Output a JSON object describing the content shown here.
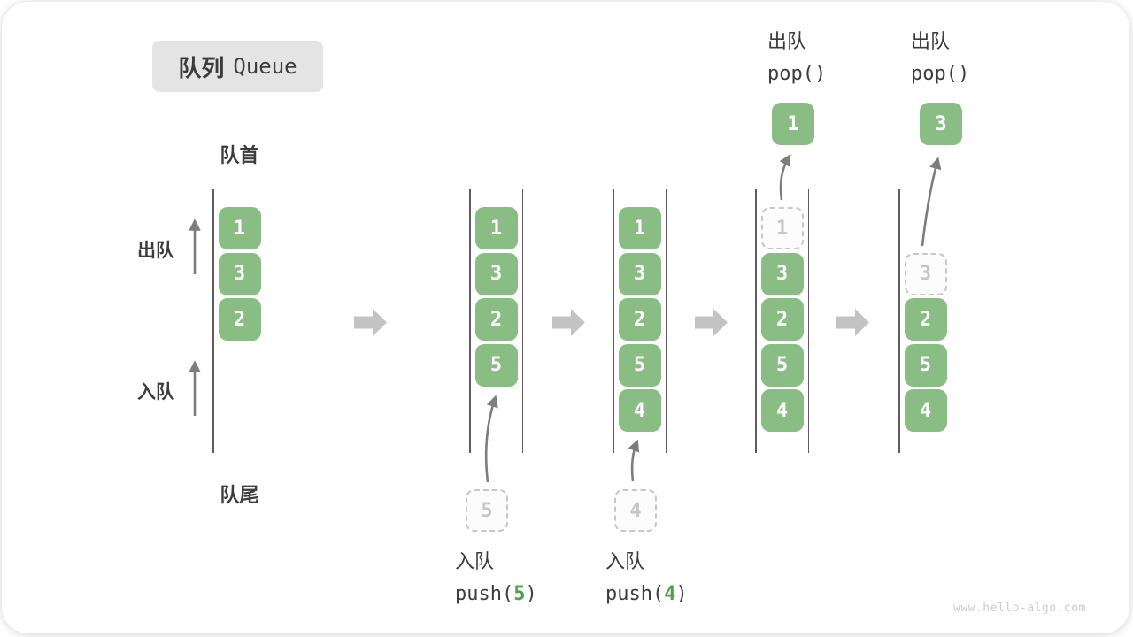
{
  "title": {
    "zh": "队列",
    "en": "Queue"
  },
  "ends": {
    "front": "队首",
    "rear": "队尾"
  },
  "side": {
    "dequeue": "出队",
    "enqueue": "入队"
  },
  "queues": [
    {
      "name": "state-1",
      "cells": [
        {
          "v": "1"
        },
        {
          "v": "3"
        },
        {
          "v": "2"
        }
      ]
    },
    {
      "name": "state-2-after-push-5",
      "cells": [
        {
          "v": "1"
        },
        {
          "v": "3"
        },
        {
          "v": "2"
        },
        {
          "v": "5"
        }
      ],
      "staged": {
        "v": "5"
      },
      "op": {
        "action": "入队",
        "code_pre": "push(",
        "code_arg": "5",
        "code_post": ")"
      }
    },
    {
      "name": "state-3-after-push-4",
      "cells": [
        {
          "v": "1"
        },
        {
          "v": "3"
        },
        {
          "v": "2"
        },
        {
          "v": "5"
        },
        {
          "v": "4"
        }
      ],
      "staged": {
        "v": "4"
      },
      "op": {
        "action": "入队",
        "code_pre": "push(",
        "code_arg": "4",
        "code_post": ")"
      }
    },
    {
      "name": "state-4-after-pop",
      "cells": [
        {
          "v": "1",
          "dashed": true
        },
        {
          "v": "3"
        },
        {
          "v": "2"
        },
        {
          "v": "5"
        },
        {
          "v": "4"
        }
      ],
      "popped": {
        "v": "1"
      },
      "op": {
        "action": "出队",
        "code": "pop()"
      }
    },
    {
      "name": "state-5-after-pop",
      "cells": [
        {
          "v": "3",
          "dashed": true
        },
        {
          "v": "2"
        },
        {
          "v": "5"
        },
        {
          "v": "4"
        }
      ],
      "popped": {
        "v": "3"
      },
      "op": {
        "action": "出队",
        "code": "pop()"
      }
    }
  ],
  "watermark": "www.hello-algo.com",
  "colors": {
    "green": "#89bd84",
    "green_dark": "#4f9e4f",
    "ink": "#3c3c3c",
    "rail": "#5d5d5d",
    "dash": "#c7c7c7",
    "dash_text": "#c6c6c6",
    "arrow": "#7d7d7d",
    "block_arrow": "#c3c3c3",
    "title_bg": "#e4e4e4",
    "watermark": "#cccccc"
  }
}
